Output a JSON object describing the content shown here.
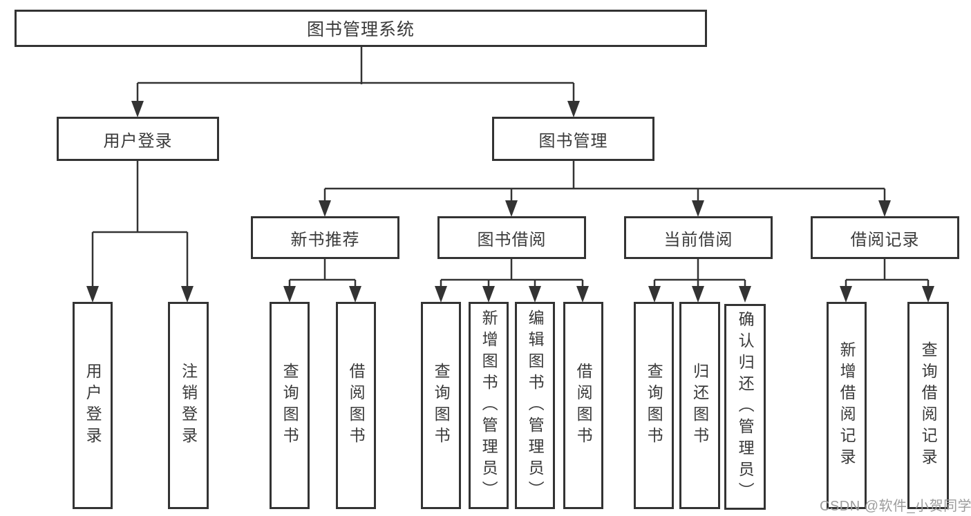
{
  "diagram": {
    "root": {
      "label": "图书管理系统"
    },
    "user_login": {
      "label": "用户登录",
      "children": [
        {
          "label": "用户登录"
        },
        {
          "label": "注销登录"
        }
      ]
    },
    "book_mgmt": {
      "label": "图书管理",
      "groups": [
        {
          "label": "新书推荐",
          "children": [
            {
              "label": "查询图书"
            },
            {
              "label": "借阅图书"
            }
          ]
        },
        {
          "label": "图书借阅",
          "children": [
            {
              "label": "查询图书"
            },
            {
              "label": "新增图书（管理员）"
            },
            {
              "label": "编辑图书（管理员）"
            },
            {
              "label": "借阅图书"
            }
          ]
        },
        {
          "label": "当前借阅",
          "children": [
            {
              "label": "查询图书"
            },
            {
              "label": "归还图书"
            },
            {
              "label": "确认归还（管理员）"
            }
          ]
        },
        {
          "label": "借阅记录",
          "children": [
            {
              "label": "新增借阅记录"
            },
            {
              "label": "查询借阅记录"
            }
          ]
        }
      ]
    },
    "watermark": "CSDN @软件_小贺同学",
    "colors": {
      "line": "#333333",
      "text": "#3a3a3a",
      "watermark": "#9c9c9c",
      "background": "#ffffff"
    }
  }
}
